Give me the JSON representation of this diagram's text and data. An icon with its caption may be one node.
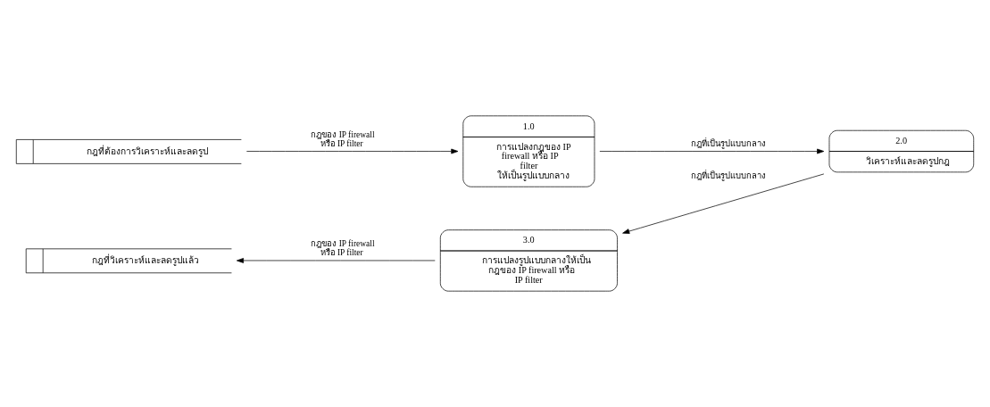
{
  "diagram": {
    "nodes": [
      {
        "text": [
          "กฎที่ต้องการวิเคราะห์และลดรูป"
        ]
      },
      {
        "text": [
          "1.0",
          "การแปลงกฎของ IP firewall หรือ IP filter ให้เป็นรูปแบบกลาง"
        ]
      },
      {
        "text": [
          "2.0",
          "วิเคราะห์และลดรูปกฎ"
        ]
      },
      {
        "text": [
          "3.0",
          "การแปลงรูปแบบกลางให้เป็น กฎของ IP firewall หรือ IP filter"
        ]
      },
      {
        "text": [
          "กฎที่วิเคราะห์และลดรูปแล้ว"
        ]
      }
    ],
    "edges": [
      {
        "from": 0,
        "to": 1,
        "arrow": "to",
        "label": "กฎของ IP firewall หรือ IP filter"
      },
      {
        "from": 1,
        "to": 2,
        "arrow": "to",
        "label": "กฎที่เป็นรูปแบบกลาง"
      },
      {
        "from": 2,
        "to": 3,
        "arrow": "to",
        "label": "กฎที่เป็นรูปแบบกลาง"
      },
      {
        "from": 3,
        "to": 4,
        "arrow": "to",
        "label": "กฎของ IP firewall หรือ IP filter"
      }
    ]
  }
}
